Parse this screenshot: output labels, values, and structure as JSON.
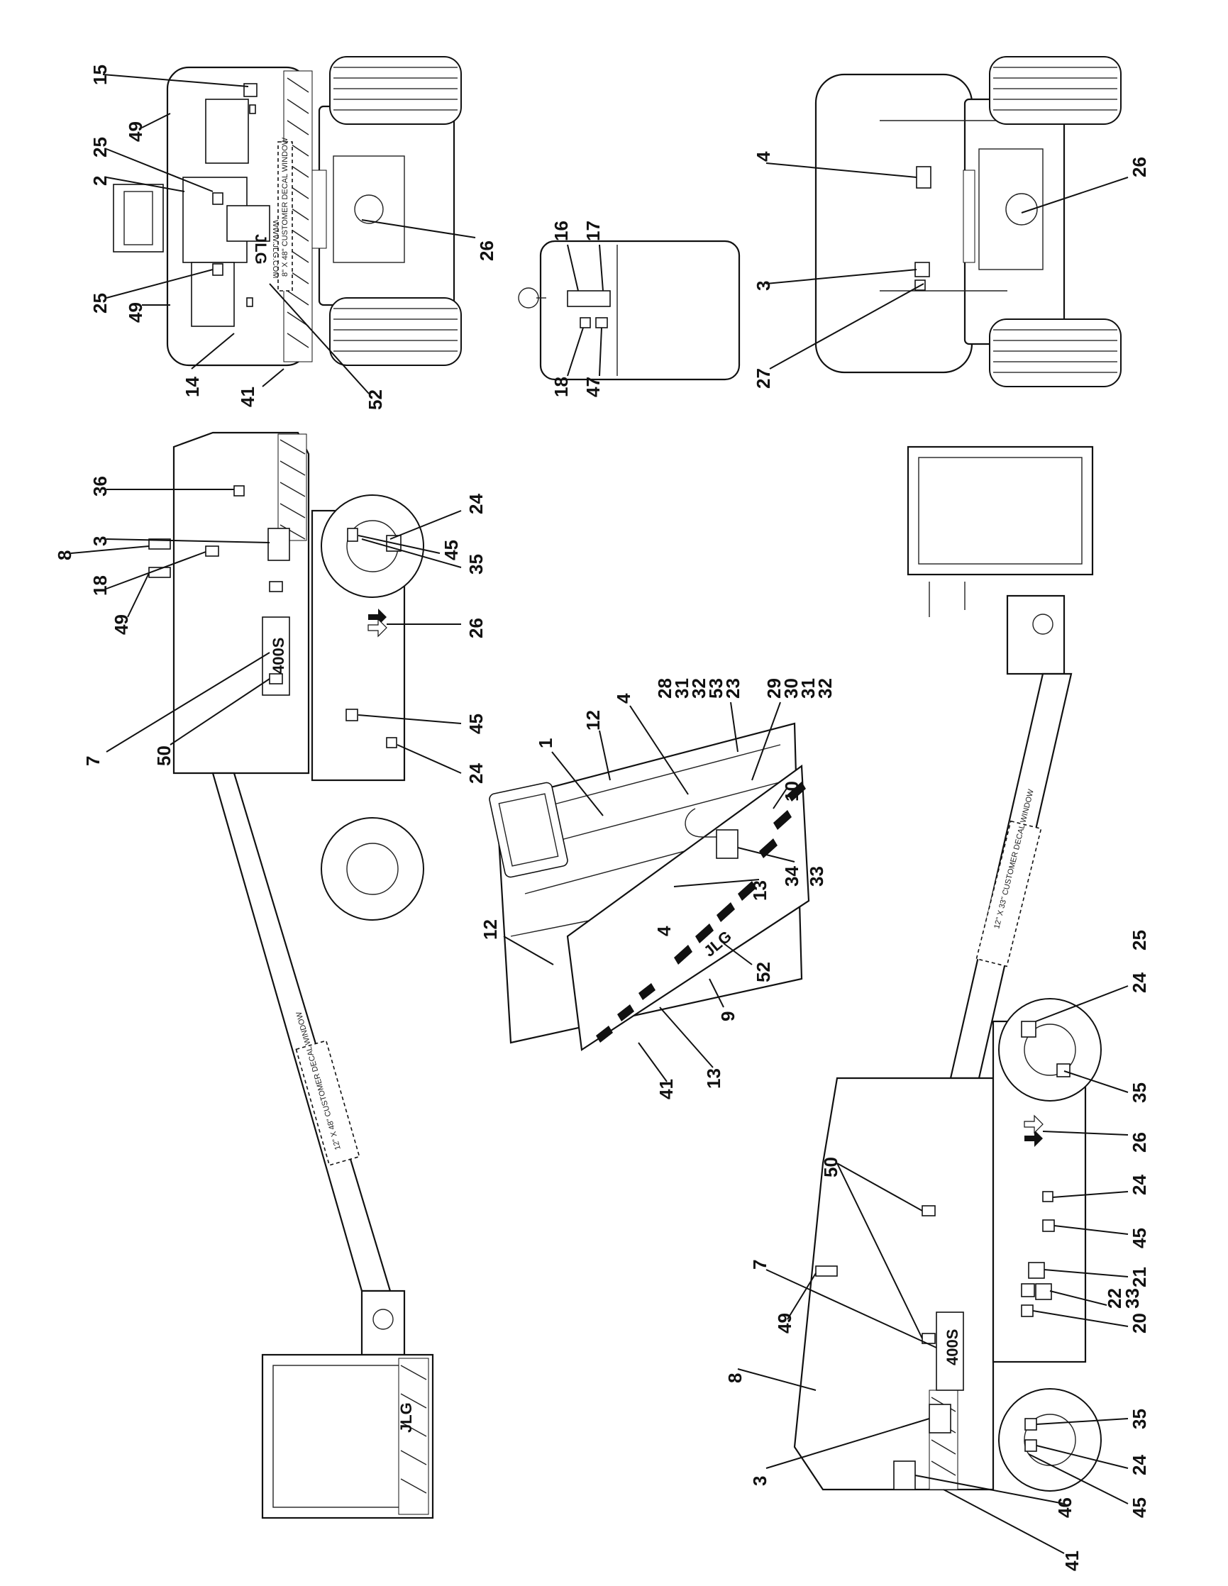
{
  "labels_view_front": [
    "15",
    "49",
    "25",
    "2",
    "25",
    "49",
    "14",
    "41",
    "52",
    "26"
  ],
  "labels_view_rear": [
    "4",
    "26",
    "3",
    "27"
  ],
  "labels_view_tank": [
    "16",
    "17",
    "18",
    "47"
  ],
  "labels_view_left_side": [
    "36",
    "3",
    "8",
    "18",
    "49",
    "7",
    "50",
    "26",
    "24",
    "45",
    "35",
    "45",
    "24"
  ],
  "labels_view_platform": [
    "12",
    "1",
    "4",
    "28",
    "31",
    "32",
    "53",
    "23",
    "29",
    "30",
    "31",
    "32",
    "10",
    "34",
    "33",
    "13",
    "52",
    "4",
    "12",
    "9",
    "13",
    "41"
  ],
  "labels_view_right_side": [
    "25",
    "24",
    "35",
    "26",
    "24",
    "45",
    "21",
    "22",
    "33",
    "20",
    "50",
    "7",
    "49",
    "8",
    "3",
    "35",
    "24",
    "45",
    "46",
    "41"
  ],
  "decal_text": {
    "front_window": "8\" X 48\" CUSTOMER DECAL WINDOW",
    "left_boom_window": "12\" X 48\" CUSTOMER DECAL WINDOW",
    "right_boom_window": "12\" X 33\" CUSTOMER DECAL WINDOW",
    "model_left": "400S",
    "model_right": "400S",
    "brand_front": "JLG",
    "web_front": "WWW.JLG.COM",
    "brand_platform": "JLG",
    "brand_basket": "JLG"
  }
}
